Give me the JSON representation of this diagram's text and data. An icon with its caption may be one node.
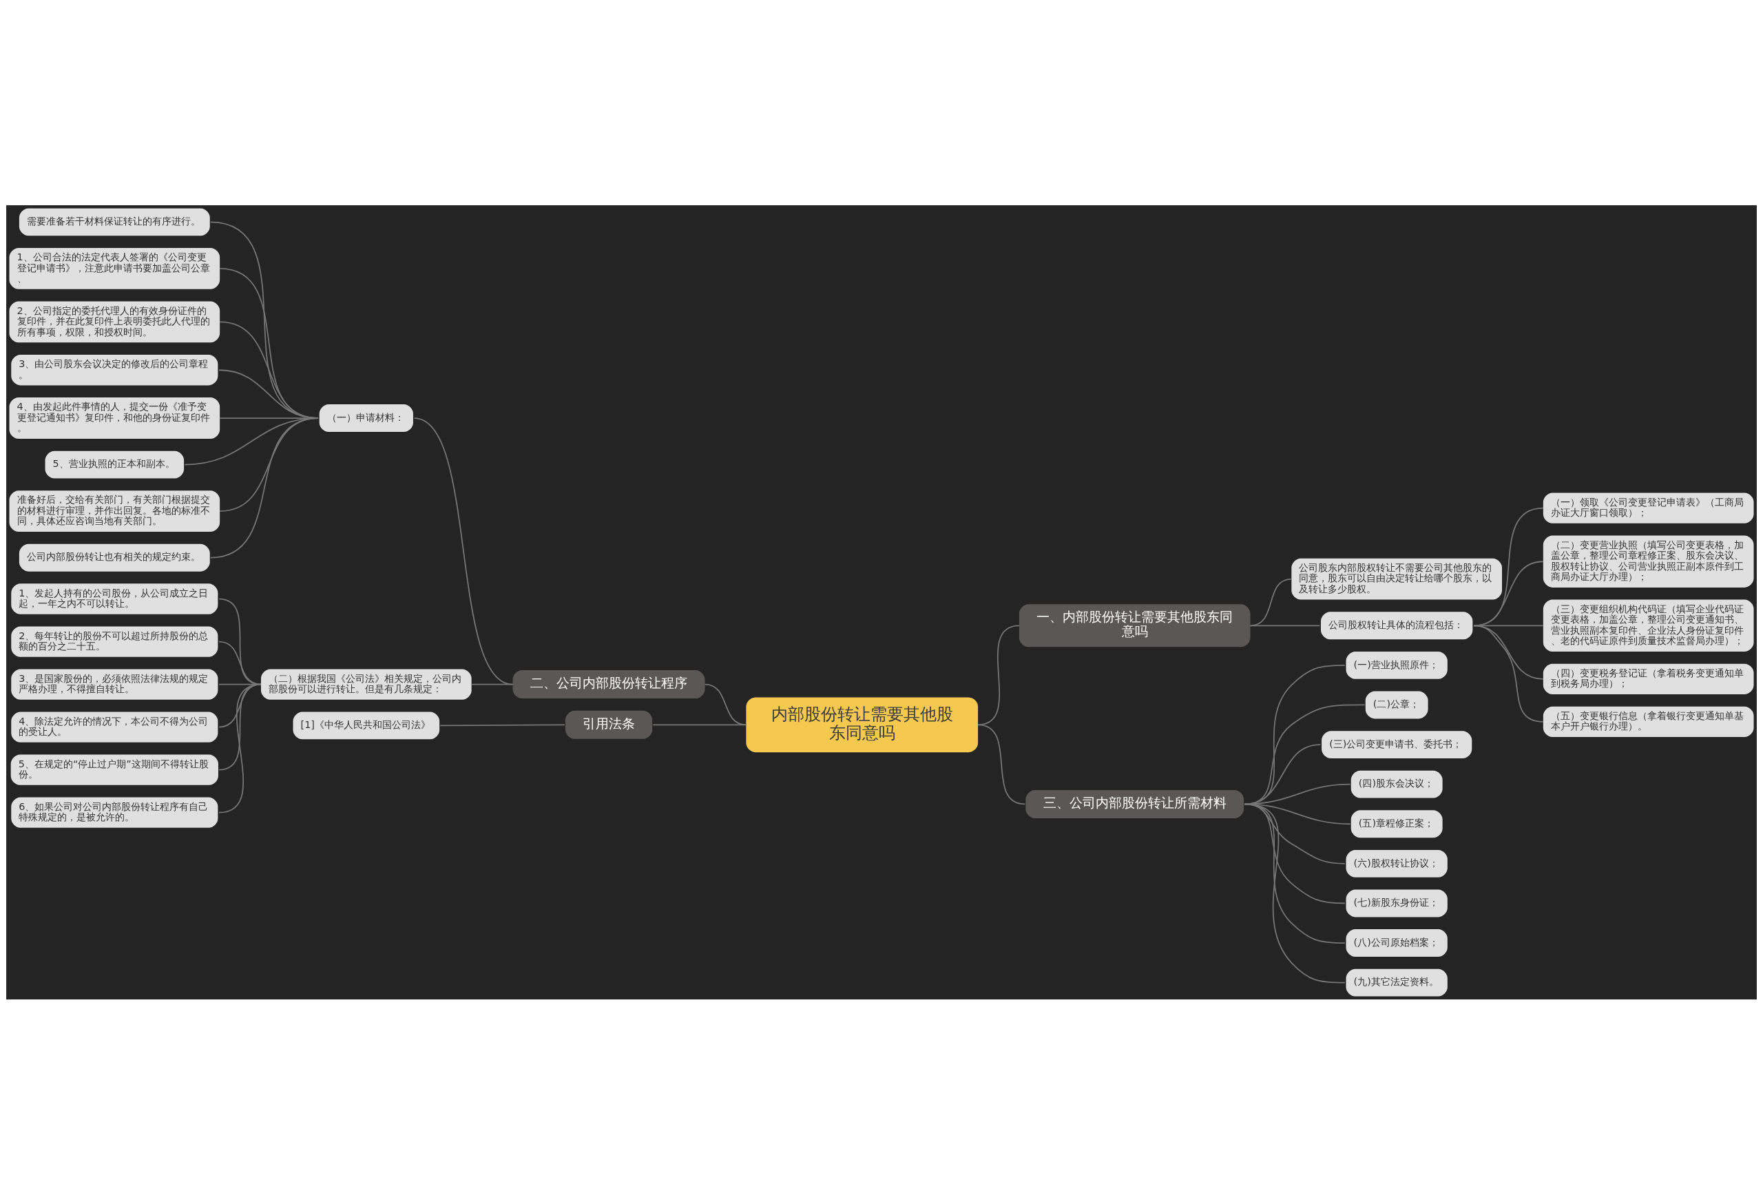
{
  "diagram": {
    "nodes": [
      {
        "text": [
          "内部股份转让需要其他股东同意吗"
        ]
      },
      {
        "text": [
          "一、内部股份转让需要其他股东同意吗"
        ]
      },
      {
        "text": [
          "公司股东内部股权转让不需要公司其他股东的同意，股东可以自由决定转让给哪个股东，以及转让多少股权。"
        ]
      },
      {
        "text": [
          "公司股权转让具体的流程包括："
        ]
      },
      {
        "text": [
          "（一）领取《公司变更登记申请表》（工商局办证大厅窗口领取）；"
        ]
      },
      {
        "text": [
          "（二）变更营业执照（填写公司变更表格，加盖公章，整理公司章程修正案、股东会决议、股权转让协议、公司营业执照正副本原件到工商局办证大厅办理）；"
        ]
      },
      {
        "text": [
          "（三）变更组织机构代码证（填写企业代码证变更表格，加盖公章，整理公司变更通知书、营业执照副本复印件、企业法人身份证复印件、老的代码证原件到质量技术监督局办理）；"
        ]
      },
      {
        "text": [
          "（四）变更税务登记证（拿着税务变更通知单到税务局办理）；"
        ]
      },
      {
        "text": [
          "（五）变更银行信息（拿着银行变更通知单基本户开户银行办理）。"
        ]
      },
      {
        "text": [
          "二、公司内部股份转让程序"
        ]
      },
      {
        "text": [
          "（一）申请材料："
        ]
      },
      {
        "text": [
          "需要准备若干材料保证转让的有序进行。"
        ]
      },
      {
        "text": [
          "1、公司合法的法定代表人签署的《公司变更登记申请书》，注意此申请书要加盖公司公章、"
        ]
      },
      {
        "text": [
          "2、公司指定的委托代理人的有效身份证件的复印件，并在此复印件上表明委托此人代理的所有事项，权限，和授权时间。"
        ]
      },
      {
        "text": [
          "3、由公司股东会议决定的修改后的公司章程。"
        ]
      },
      {
        "text": [
          "4、由发起此件事情的人，提交一份《准予变更登记通知书》复印件，和他的身份证复印件。"
        ]
      },
      {
        "text": [
          "5、营业执照的正本和副本。"
        ]
      },
      {
        "text": [
          "准备好后，交给有关部门，有关部门根据提交的材料进行审理，并作出回复。各地的标准不同，具体还应咨询当地有关部门。"
        ]
      },
      {
        "text": [
          "公司内部股份转让也有相关的规定约束。"
        ]
      },
      {
        "text": [
          "（二）根据我国《公司法》相关规定，公司内部股份可以进行转让。但是有几条规定："
        ]
      },
      {
        "text": [
          "1、发起人持有的公司股份，从公司成立之日起，一年之内不可以转让。"
        ]
      },
      {
        "text": [
          "2、每年转让的股份不可以超过所持股份的总额的百分之二十五。"
        ]
      },
      {
        "text": [
          "3、是国家股份的，必须依照法律法规的规定严格办理，不得擅自转让。"
        ]
      },
      {
        "text": [
          "4、除法定允许的情况下，本公司不得为公司的受让人。"
        ]
      },
      {
        "text": [
          "5、在规定的“停止过户期”这期间不得转让股份。"
        ]
      },
      {
        "text": [
          "6、如果公司对公司内部股份转让程序有自己特殊规定的，是被允许的。"
        ]
      },
      {
        "text": [
          "三、公司内部股份转让所需材料"
        ]
      },
      {
        "text": [
          "(一)营业执照原件；"
        ]
      },
      {
        "text": [
          "(二)公章；"
        ]
      },
      {
        "text": [
          "(三)公司变更申请书、委托书；"
        ]
      },
      {
        "text": [
          "(四)股东会决议；"
        ]
      },
      {
        "text": [
          "(五)章程修正案；"
        ]
      },
      {
        "text": [
          "(六)股权转让协议；"
        ]
      },
      {
        "text": [
          "(七)新股东身份证；"
        ]
      },
      {
        "text": [
          "(八)公司原始档案；"
        ]
      },
      {
        "text": [
          "(九)其它法定资料。"
        ]
      },
      {
        "text": [
          "引用法条"
        ]
      },
      {
        "text": [
          "[1]《中华人民共和国公司法》"
        ]
      }
    ],
    "edges": [
      {
        "from": 0,
        "to": 1,
        "arrow": "none"
      },
      {
        "from": 1,
        "to": 2,
        "arrow": "none"
      },
      {
        "from": 1,
        "to": 3,
        "arrow": "none"
      },
      {
        "from": 3,
        "to": 4,
        "arrow": "none"
      },
      {
        "from": 3,
        "to": 5,
        "arrow": "none"
      },
      {
        "from": 3,
        "to": 6,
        "arrow": "none"
      },
      {
        "from": 3,
        "to": 7,
        "arrow": "none"
      },
      {
        "from": 3,
        "to": 8,
        "arrow": "none"
      },
      {
        "from": 0,
        "to": 9,
        "arrow": "none"
      },
      {
        "from": 9,
        "to": 10,
        "arrow": "none"
      },
      {
        "from": 10,
        "to": 11,
        "arrow": "none"
      },
      {
        "from": 10,
        "to": 12,
        "arrow": "none"
      },
      {
        "from": 10,
        "to": 13,
        "arrow": "none"
      },
      {
        "from": 10,
        "to": 14,
        "arrow": "none"
      },
      {
        "from": 10,
        "to": 15,
        "arrow": "none"
      },
      {
        "from": 10,
        "to": 16,
        "arrow": "none"
      },
      {
        "from": 10,
        "to": 17,
        "arrow": "none"
      },
      {
        "from": 10,
        "to": 18,
        "arrow": "none"
      },
      {
        "from": 9,
        "to": 19,
        "arrow": "none"
      },
      {
        "from": 19,
        "to": 20,
        "arrow": "none"
      },
      {
        "from": 19,
        "to": 21,
        "arrow": "none"
      },
      {
        "from": 19,
        "to": 22,
        "arrow": "none"
      },
      {
        "from": 19,
        "to": 23,
        "arrow": "none"
      },
      {
        "from": 19,
        "to": 24,
        "arrow": "none"
      },
      {
        "from": 19,
        "to": 25,
        "arrow": "none"
      },
      {
        "from": 0,
        "to": 26,
        "arrow": "none"
      },
      {
        "from": 26,
        "to": 27,
        "arrow": "none"
      },
      {
        "from": 26,
        "to": 28,
        "arrow": "none"
      },
      {
        "from": 26,
        "to": 29,
        "arrow": "none"
      },
      {
        "from": 26,
        "to": 30,
        "arrow": "none"
      },
      {
        "from": 26,
        "to": 31,
        "arrow": "none"
      },
      {
        "from": 26,
        "to": 32,
        "arrow": "none"
      },
      {
        "from": 26,
        "to": 33,
        "arrow": "none"
      },
      {
        "from": 26,
        "to": 34,
        "arrow": "none"
      },
      {
        "from": 26,
        "to": 35,
        "arrow": "none"
      },
      {
        "from": 0,
        "to": 36,
        "arrow": "none"
      },
      {
        "from": 36,
        "to": 37,
        "arrow": "none"
      }
    ]
  }
}
